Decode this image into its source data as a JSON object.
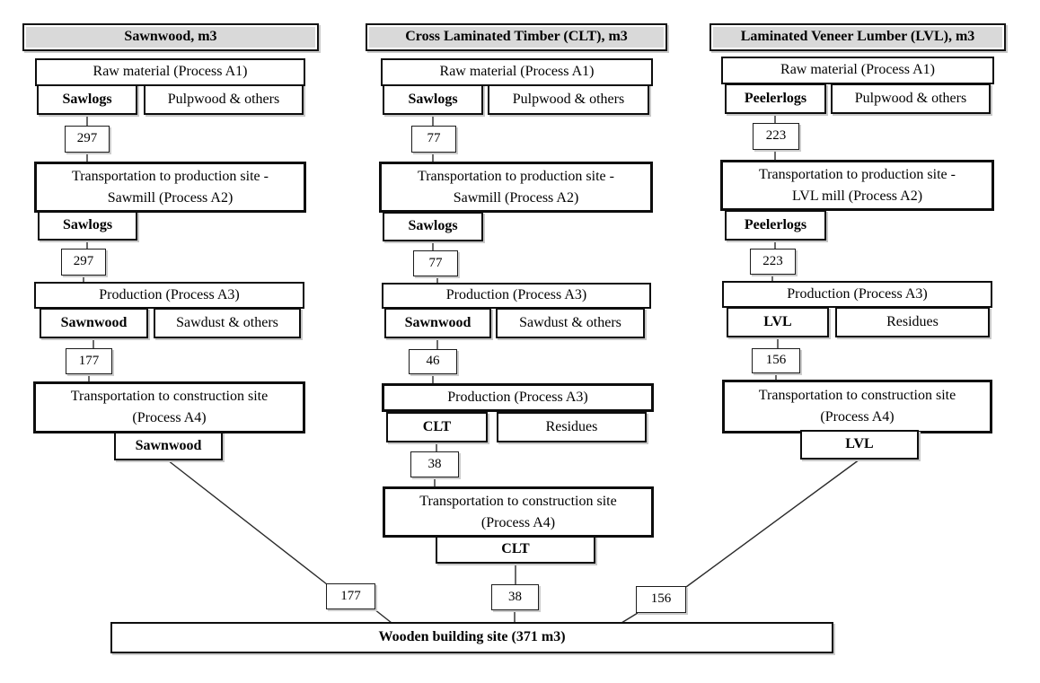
{
  "columns": [
    {
      "header": "Sawnwood, m3",
      "raw_material": {
        "title": "Raw material (Process A1)",
        "main": "Sawlogs",
        "side": "Pulpwood & others"
      },
      "flow_a1_a2": "297",
      "transport_production": {
        "line1": "Transportation to production site -",
        "line2": "Sawmill  (Process A2)",
        "main": "Sawlogs"
      },
      "flow_a2_a3": "297",
      "production": {
        "title": "Production (Process A3)",
        "main": "Sawnwood",
        "side": "Sawdust & others"
      },
      "flow_a3_a4": "177",
      "transport_construction": {
        "line1": "Transportation to construction site",
        "line2": "(Process A4)",
        "main": "Sawnwood"
      },
      "flow_to_site": "177"
    },
    {
      "header": "Cross Laminated Timber (CLT), m3",
      "raw_material": {
        "title": "Raw material (Process A1)",
        "main": "Sawlogs",
        "side": "Pulpwood & others"
      },
      "flow_a1_a2": "77",
      "transport_production": {
        "line1": "Transportation to production site -",
        "line2": "Sawmill  (Process A2)",
        "main": "Sawlogs"
      },
      "flow_a2_a3": "77",
      "production": {
        "title": "Production (Process A3)",
        "main": "Sawnwood",
        "side": "Sawdust & others"
      },
      "flow_a3_a3b": "46",
      "production2": {
        "title": "Production (Process A3)",
        "main": "CLT",
        "side": "Residues"
      },
      "flow_a3b_a4": "38",
      "transport_construction": {
        "line1": "Transportation to construction site",
        "line2": "(Process A4)",
        "main": "CLT"
      },
      "flow_to_site": "38"
    },
    {
      "header": "Laminated Veneer Lumber (LVL), m3",
      "raw_material": {
        "title": "Raw material (Process A1)",
        "main": "Peelerlogs",
        "side": "Pulpwood & others"
      },
      "flow_a1_a2": "223",
      "transport_production": {
        "line1": "Transportation to production site -",
        "line2": "LVL mill  (Process A2)",
        "main": "Peelerlogs"
      },
      "flow_a2_a3": "223",
      "production": {
        "title": "Production (Process A3)",
        "main": "LVL",
        "side": "Residues"
      },
      "flow_a3_a4": "156",
      "transport_construction": {
        "line1": "Transportation to construction site",
        "line2": "(Process A4)",
        "main": "LVL"
      },
      "flow_to_site": "156"
    }
  ],
  "building_site": {
    "label": "Wooden building site (371 m3)"
  },
  "colors": {
    "header_fill": "#d9d9d9",
    "line": "#000000",
    "background": "#ffffff"
  }
}
